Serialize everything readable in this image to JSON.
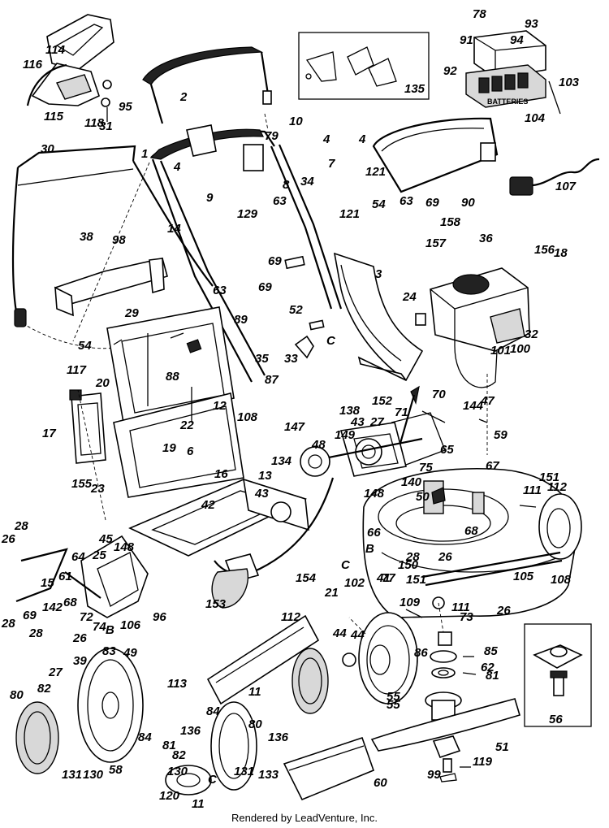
{
  "footer": "Rendered by LeadVenture, Inc.",
  "inset_label": "135",
  "decal_label": "BATTERIES",
  "callouts": [
    {
      "t": "114"
    },
    {
      "t": "116"
    },
    {
      "t": "115"
    },
    {
      "t": "95"
    },
    {
      "t": "118"
    },
    {
      "t": "31"
    },
    {
      "t": "2"
    },
    {
      "t": "135"
    },
    {
      "t": "78"
    },
    {
      "t": "93"
    },
    {
      "t": "94"
    },
    {
      "t": "91"
    },
    {
      "t": "92"
    },
    {
      "t": "103"
    },
    {
      "t": "104"
    },
    {
      "t": "30"
    },
    {
      "t": "1"
    },
    {
      "t": "10"
    },
    {
      "t": "79"
    },
    {
      "t": "4"
    },
    {
      "t": "7"
    },
    {
      "t": "8"
    },
    {
      "t": "34"
    },
    {
      "t": "4"
    },
    {
      "t": "9"
    },
    {
      "t": "129"
    },
    {
      "t": "121"
    },
    {
      "t": "4"
    },
    {
      "t": "63"
    },
    {
      "t": "69"
    },
    {
      "t": "90"
    },
    {
      "t": "107"
    },
    {
      "t": "54"
    },
    {
      "t": "14"
    },
    {
      "t": "63"
    },
    {
      "t": "121"
    },
    {
      "t": "38"
    },
    {
      "t": "98"
    },
    {
      "t": "157"
    },
    {
      "t": "158"
    },
    {
      "t": "69"
    },
    {
      "t": "36"
    },
    {
      "t": "156"
    },
    {
      "t": "18"
    },
    {
      "t": "3"
    },
    {
      "t": "63"
    },
    {
      "t": "69"
    },
    {
      "t": "52"
    },
    {
      "t": "24"
    },
    {
      "t": "29"
    },
    {
      "t": "89"
    },
    {
      "t": "54"
    },
    {
      "t": "C"
    },
    {
      "t": "32"
    },
    {
      "t": "101"
    },
    {
      "t": "100"
    },
    {
      "t": "35"
    },
    {
      "t": "117"
    },
    {
      "t": "33"
    },
    {
      "t": "20"
    },
    {
      "t": "88"
    },
    {
      "t": "87"
    },
    {
      "t": "70"
    },
    {
      "t": "17"
    },
    {
      "t": "12"
    },
    {
      "t": "22"
    },
    {
      "t": "108"
    },
    {
      "t": "138"
    },
    {
      "t": "152"
    },
    {
      "t": "43"
    },
    {
      "t": "27"
    },
    {
      "t": "71"
    },
    {
      "t": "144"
    },
    {
      "t": "47"
    },
    {
      "t": "6"
    },
    {
      "t": "19"
    },
    {
      "t": "147"
    },
    {
      "t": "149"
    },
    {
      "t": "48"
    },
    {
      "t": "59"
    },
    {
      "t": "155"
    },
    {
      "t": "23"
    },
    {
      "t": "16"
    },
    {
      "t": "134"
    },
    {
      "t": "65"
    },
    {
      "t": "13"
    },
    {
      "t": "75"
    },
    {
      "t": "67"
    },
    {
      "t": "43"
    },
    {
      "t": "148"
    },
    {
      "t": "140"
    },
    {
      "t": "42"
    },
    {
      "t": "50"
    },
    {
      "t": "151"
    },
    {
      "t": "111"
    },
    {
      "t": "112"
    },
    {
      "t": "28"
    },
    {
      "t": "26"
    },
    {
      "t": "45"
    },
    {
      "t": "148"
    },
    {
      "t": "64"
    },
    {
      "t": "25"
    },
    {
      "t": "66"
    },
    {
      "t": "68"
    },
    {
      "t": "61"
    },
    {
      "t": "15"
    },
    {
      "t": "B"
    },
    {
      "t": "28"
    },
    {
      "t": "26"
    },
    {
      "t": "105"
    },
    {
      "t": "108"
    },
    {
      "t": "142"
    },
    {
      "t": "68"
    },
    {
      "t": "74"
    },
    {
      "t": "153"
    },
    {
      "t": "154"
    },
    {
      "t": "C"
    },
    {
      "t": "102"
    },
    {
      "t": "41"
    },
    {
      "t": "151"
    },
    {
      "t": "77"
    },
    {
      "t": "21"
    },
    {
      "t": "150"
    },
    {
      "t": "72"
    },
    {
      "t": "96"
    },
    {
      "t": "112"
    },
    {
      "t": "111"
    },
    {
      "t": "26"
    },
    {
      "t": "28"
    },
    {
      "t": "69"
    },
    {
      "t": "26"
    },
    {
      "t": "28"
    },
    {
      "t": "B"
    },
    {
      "t": "106"
    },
    {
      "t": "109"
    },
    {
      "t": "73"
    },
    {
      "t": "83"
    },
    {
      "t": "49"
    },
    {
      "t": "44"
    },
    {
      "t": "44"
    },
    {
      "t": "86"
    },
    {
      "t": "85"
    },
    {
      "t": "62"
    },
    {
      "t": "81"
    },
    {
      "t": "27"
    },
    {
      "t": "39"
    },
    {
      "t": "11"
    },
    {
      "t": "80"
    },
    {
      "t": "82"
    },
    {
      "t": "113"
    },
    {
      "t": "55"
    },
    {
      "t": "55"
    },
    {
      "t": "56"
    },
    {
      "t": "51"
    },
    {
      "t": "84"
    },
    {
      "t": "84"
    },
    {
      "t": "80"
    },
    {
      "t": "136"
    },
    {
      "t": "81"
    },
    {
      "t": "82"
    },
    {
      "t": "136"
    },
    {
      "t": "131"
    },
    {
      "t": "130"
    },
    {
      "t": "58"
    },
    {
      "t": "119"
    },
    {
      "t": "130"
    },
    {
      "t": "131"
    },
    {
      "t": "C"
    },
    {
      "t": "133"
    },
    {
      "t": "60"
    },
    {
      "t": "99"
    },
    {
      "t": "120"
    },
    {
      "t": "11"
    }
  ]
}
